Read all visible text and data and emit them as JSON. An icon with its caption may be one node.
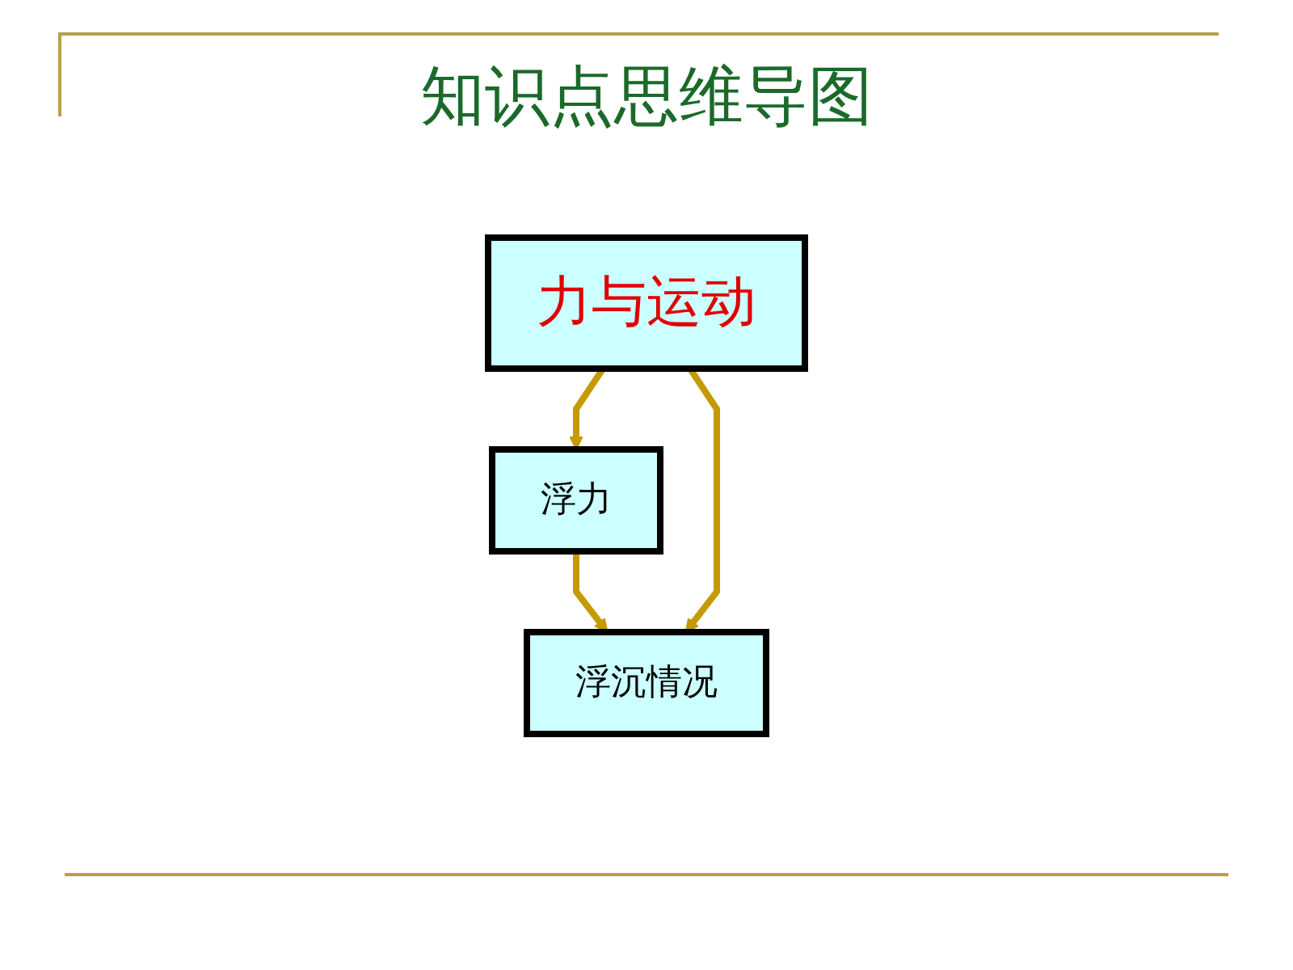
{
  "diagram": {
    "title": "知识点思维导图",
    "nodes": [
      {
        "text": [
          "力与运动"
        ]
      },
      {
        "text": [
          "浮力"
        ]
      },
      {
        "text": [
          "浮沉情况"
        ]
      }
    ],
    "edges": [
      {
        "from": 0,
        "to": 1,
        "arrow": "to"
      },
      {
        "from": 1,
        "to": 2,
        "arrow": "to"
      },
      {
        "from": 0,
        "to": 2,
        "arrow": "to"
      }
    ]
  }
}
